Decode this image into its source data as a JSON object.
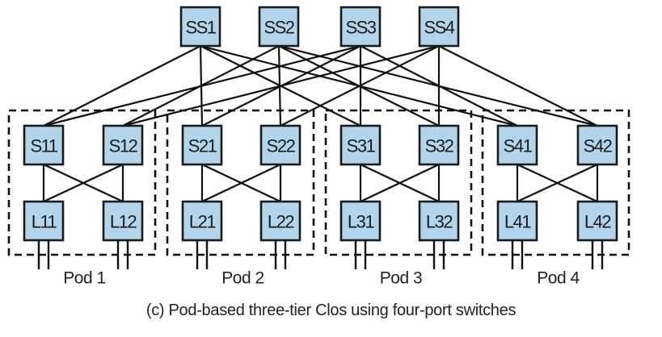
{
  "diagram": {
    "title": "Pod-based three-tier Clos using four-port switches",
    "caption": "(c) Pod-based three-tier Clos using four-port switches",
    "colors": {
      "node_fill": "#b3d5ec",
      "node_stroke": "#1a1a1a",
      "link": "#111111"
    },
    "superspine": [
      "SS1",
      "SS2",
      "SS3",
      "SS4"
    ],
    "pods": [
      {
        "label": "Pod 1",
        "spines": [
          "S11",
          "S12"
        ],
        "leaves": [
          "L11",
          "L12"
        ]
      },
      {
        "label": "Pod 2",
        "spines": [
          "S21",
          "S22"
        ],
        "leaves": [
          "L21",
          "L22"
        ]
      },
      {
        "label": "Pod 3",
        "spines": [
          "S31",
          "S32"
        ],
        "leaves": [
          "L31",
          "L32"
        ]
      },
      {
        "label": "Pod 4",
        "spines": [
          "S41",
          "S42"
        ],
        "leaves": [
          "L41",
          "L42"
        ]
      }
    ],
    "superspine_links": [
      [
        "SS1",
        "S11"
      ],
      [
        "SS1",
        "S21"
      ],
      [
        "SS1",
        "S31"
      ],
      [
        "SS1",
        "S41"
      ],
      [
        "SS2",
        "S12"
      ],
      [
        "SS2",
        "S22"
      ],
      [
        "SS2",
        "S32"
      ],
      [
        "SS2",
        "S42"
      ],
      [
        "SS3",
        "S11"
      ],
      [
        "SS3",
        "S21"
      ],
      [
        "SS3",
        "S31"
      ],
      [
        "SS3",
        "S41"
      ],
      [
        "SS4",
        "S12"
      ],
      [
        "SS4",
        "S22"
      ],
      [
        "SS4",
        "S32"
      ],
      [
        "SS4",
        "S42"
      ]
    ],
    "pod_links": "full-mesh spine-leaf within each pod",
    "leaf_downlinks_per_leaf": 2
  }
}
